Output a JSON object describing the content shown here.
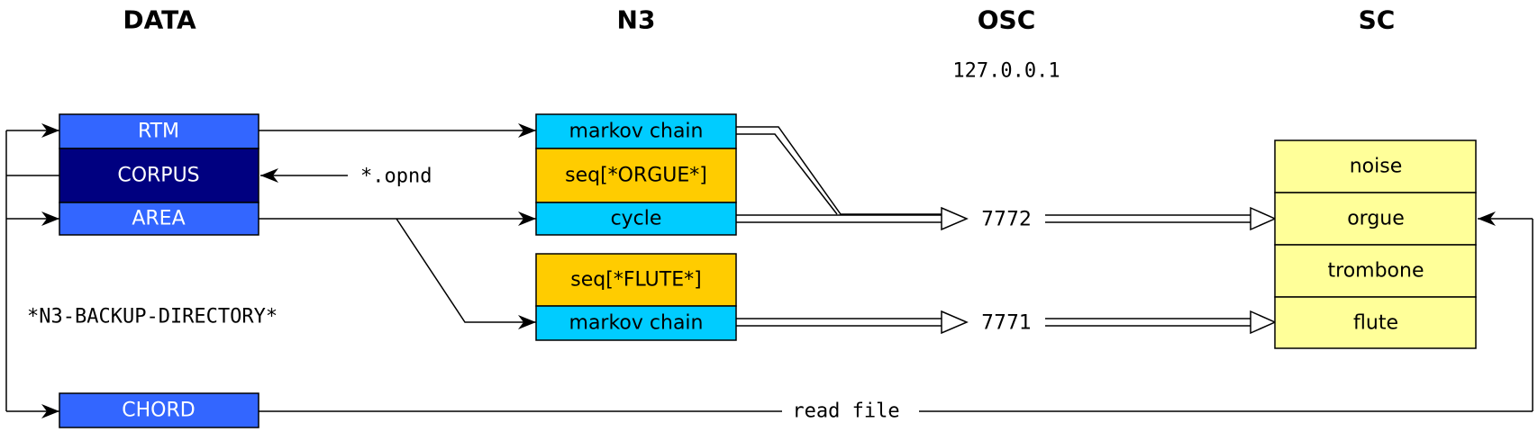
{
  "headers": {
    "data": "DATA",
    "n3": "N3",
    "osc": "OSC",
    "sc": "SC"
  },
  "osc_address": "127.0.0.1",
  "data_boxes": {
    "rtm": "RTM",
    "corpus": "CORPUS",
    "area": "AREA",
    "chord": "CHORD"
  },
  "n3_boxes": {
    "markov_top": "markov chain",
    "seq_orgue": "seq[*ORGUE*]",
    "cycle": "cycle",
    "seq_flute": "seq[*FLUTE*]",
    "markov_bottom": "markov chain"
  },
  "ports": {
    "p7772": "7772",
    "p7771": "7771"
  },
  "sc_boxes": {
    "noise": "noise",
    "orgue": "orgue",
    "trombone": "trombone",
    "flute": "flute"
  },
  "labels": {
    "opnd": "*.opnd",
    "backup_dir": "*N3-BACKUP-DIRECTORY*",
    "read_file": "read file"
  },
  "colors": {
    "data_blue": "#3366ff",
    "corpus_navy": "#000080",
    "n3_cyan": "#00ccff",
    "seq_yellow": "#ffcc00",
    "sc_yellow": "#ffff99"
  }
}
